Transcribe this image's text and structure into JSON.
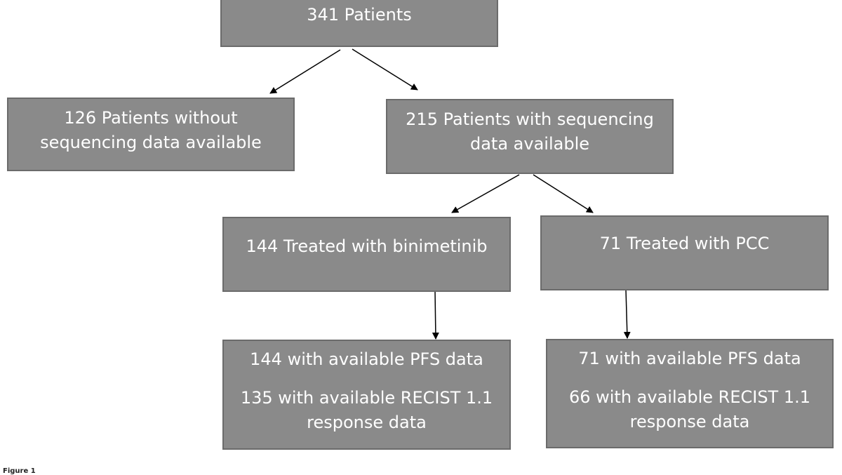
{
  "root": {
    "text": "341 Patients"
  },
  "without_seq": {
    "line1": "126 Patients without",
    "line2": "sequencing data available"
  },
  "with_seq": {
    "line1": "215 Patients with sequencing",
    "line2": "data available"
  },
  "binimetinib": {
    "text": "144 Treated with binimetinib"
  },
  "pcc": {
    "text": "71 Treated with PCC"
  },
  "binimetinib_outcomes": {
    "pfs": "144 with available PFS data",
    "recist_line1": "135 with available RECIST 1.1",
    "recist_line2": "response data"
  },
  "pcc_outcomes": {
    "pfs": "71 with available PFS data",
    "recist_line1": "66 with available RECIST 1.1",
    "recist_line2": "response data"
  },
  "caption": "Figure 1",
  "colors": {
    "box_fill": "#8a8a8a",
    "box_border": "#6b6b6b",
    "text": "#ffffff",
    "arrow": "#000000"
  }
}
